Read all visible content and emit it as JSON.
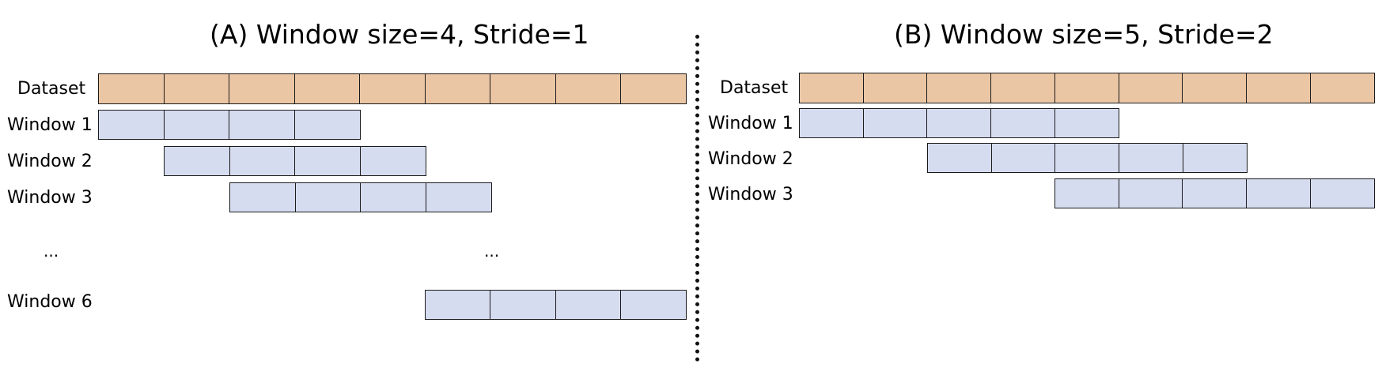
{
  "panels": {
    "a": {
      "title": "(A) Window size=4, Stride=1",
      "dataset_label": "Dataset",
      "dataset_cells": 9,
      "window_size": 4,
      "stride": 1,
      "windows": [
        {
          "label": "Window 1",
          "start": 0
        },
        {
          "label": "Window 2",
          "start": 1
        },
        {
          "label": "Window 3",
          "start": 2
        },
        {
          "label": "Window 6",
          "start": 5
        }
      ],
      "ellipsis": "..."
    },
    "b": {
      "title": "(B) Window size=5, Stride=2",
      "dataset_label": "Dataset",
      "dataset_cells": 9,
      "window_size": 5,
      "stride": 2,
      "windows": [
        {
          "label": "Window 1",
          "start": 0
        },
        {
          "label": "Window 2",
          "start": 2
        },
        {
          "label": "Window 3",
          "start": 4
        }
      ]
    }
  },
  "colors": {
    "dataset_fill": "#EBC6A4",
    "window_fill": "#D6DCF0",
    "cell_border": "#1A1A1A"
  }
}
